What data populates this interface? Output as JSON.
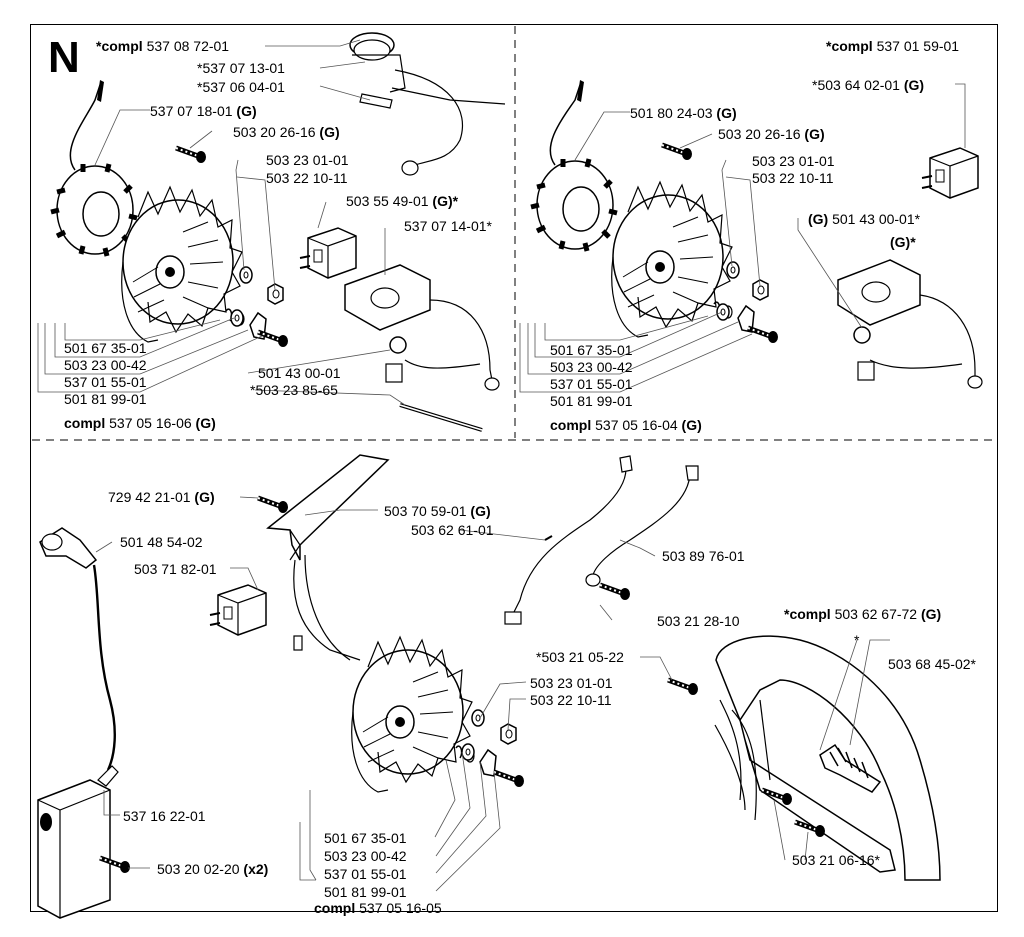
{
  "panel_letter": "N",
  "top_left": {
    "compl_title_prefix": "*compl",
    "compl_title_number": "537 08 72-01",
    "labels": {
      "l1": "*537 07 13-01",
      "l2": "*537 06 04-01",
      "l3_num": "537 07 18-01",
      "l3_tag": "(G)",
      "l4_num": "503 20 26-16",
      "l4_tag": "(G)",
      "l5": "503 23 01-01",
      "l6": "503 22 10-11",
      "l7_num": "503 55 49-01",
      "l7_tag": "(G)*",
      "l8": "537 07 14-01*",
      "l9": "501 67 35-01",
      "l10": "503 23 00-42",
      "l11": "537 01 55-01",
      "l12": "501 81 99-01",
      "l13": "501 43 00-01",
      "l14": "*503 23 85-65",
      "compl_bottom_prefix": "compl",
      "compl_bottom_number": "537 05 16-06",
      "compl_bottom_tag": "(G)"
    }
  },
  "top_right": {
    "compl_title_prefix": "*compl",
    "compl_title_number": "537 01 59-01",
    "labels": {
      "r1_num": "*503 64 02-01",
      "r1_tag": "(G)",
      "r2_num": "501 80 24-03",
      "r2_tag": "(G)",
      "r3_num": "503 20 26-16",
      "r3_tag": "(G)",
      "r4": "503 23 01-01",
      "r5": "503 22 10-11",
      "r6_tag": "(G)",
      "r6_num": "501 43 00-01*",
      "r7": "(G)*",
      "r8": "501 67 35-01",
      "r9": "503 23 00-42",
      "r10": "537 01 55-01",
      "r11": "501 81 99-01",
      "compl_bottom_prefix": "compl",
      "compl_bottom_number": "537 05 16-04",
      "compl_bottom_tag": "(G)"
    }
  },
  "bottom": {
    "labels": {
      "b1_num": "729 42 21-01",
      "b1_tag": "(G)",
      "b2_num": "503 70 59-01",
      "b2_tag": "(G)",
      "b3": "503 62 61-01",
      "b4": "501 48 54-02",
      "b5": "503 89 76-01",
      "b6": "503 71 82-01",
      "b7": "503 21 28-10",
      "b8_prefix": "*compl",
      "b8_num": "503 62 67-72",
      "b8_tag": "(G)",
      "b9": "*503 21 05-22",
      "b10": "*",
      "b11": "503 68 45-02*",
      "b12": "503 23 01-01",
      "b13": "503 22 10-11",
      "b14": "537 16 22-01",
      "b15_num": "503 20 02-20",
      "b15_tag": "(x2)",
      "b16": "501 67 35-01",
      "b17": "503 23 00-42",
      "b18": "537 01 55-01",
      "b19": "501 81 99-01",
      "compl_bottom_prefix": "compl",
      "compl_bottom_number": "537 05 16-05",
      "b20": "503 21 06-16*"
    }
  }
}
